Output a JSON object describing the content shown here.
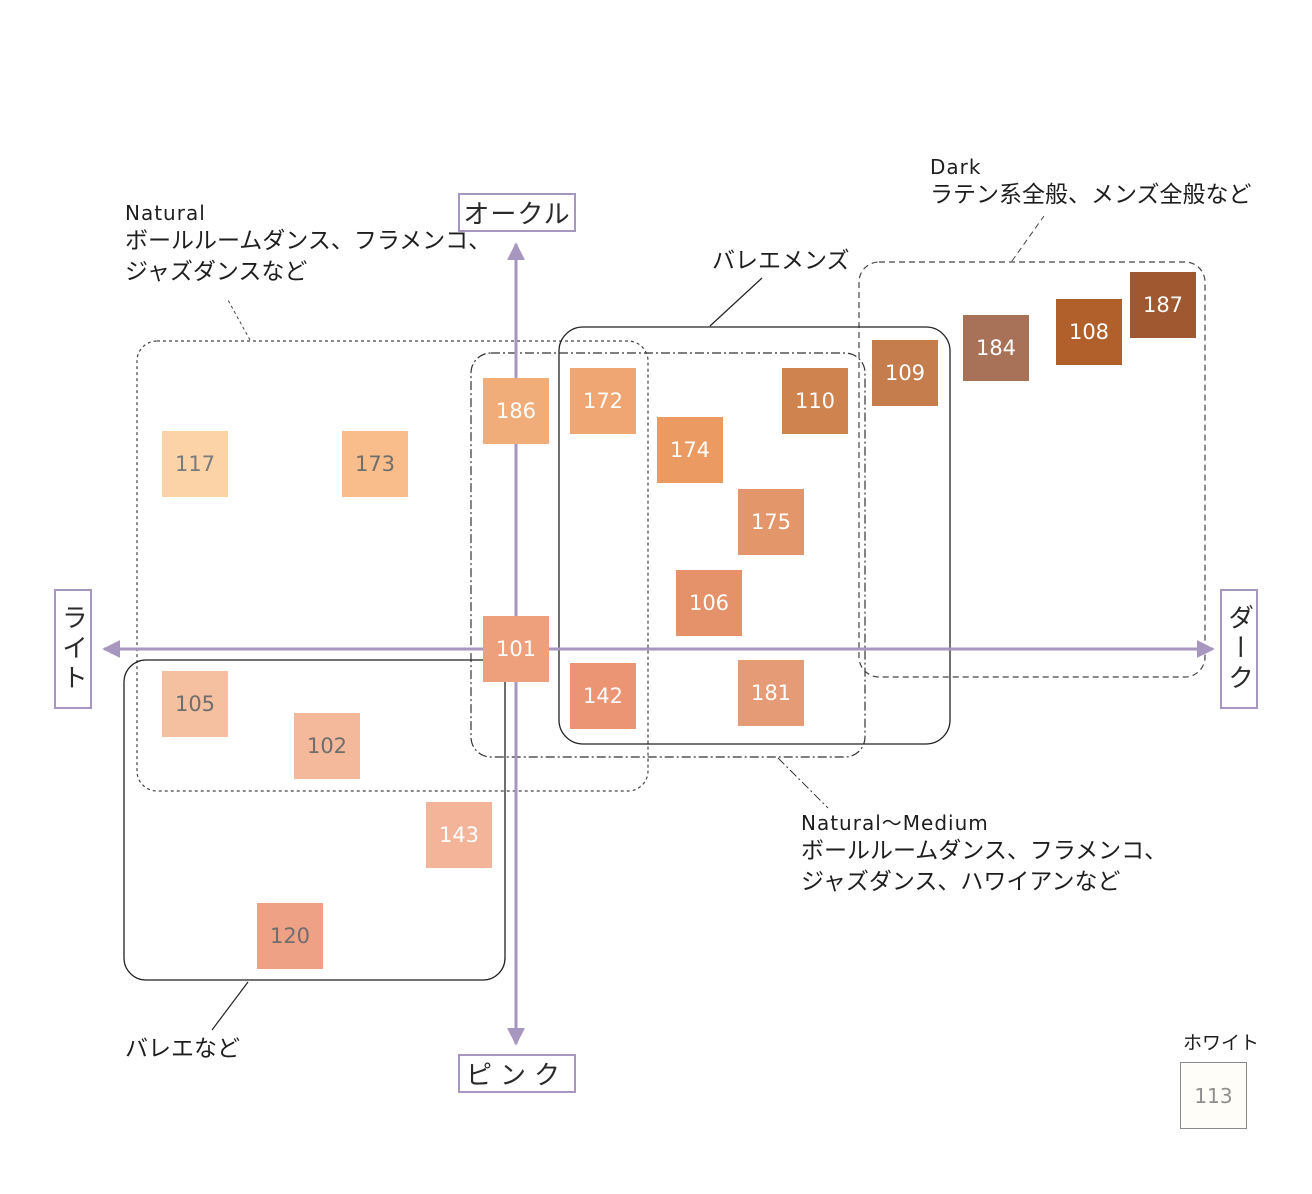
{
  "axes": {
    "top": "オークル",
    "bottom": "ピンク",
    "left": "ライト",
    "right": "ダーク",
    "axis_color": "#a796bf"
  },
  "groups": {
    "natural": {
      "title": "Natural",
      "lines": [
        "ボールルームダンス、フラメンコ、",
        "ジャズダンスなど"
      ]
    },
    "natural_medium": {
      "title": "Natural〜Medium",
      "lines": [
        "ボールルームダンス、フラメンコ、",
        "ジャズダンス、ハワイアンなど"
      ]
    },
    "dark": {
      "title": "Dark",
      "lines": [
        "ラテン系全般、メンズ全般など"
      ]
    },
    "ballet_mens": {
      "label": "バレエメンズ"
    },
    "ballet": {
      "label": "バレエなど"
    }
  },
  "swatches": [
    {
      "code": "117",
      "color": "#fbd3a6",
      "text_color": "#7a7a7a"
    },
    {
      "code": "173",
      "color": "#f8bd8a",
      "text_color": "#6e6e6e"
    },
    {
      "code": "186",
      "color": "#f1ad79",
      "text_color": "#ffffff"
    },
    {
      "code": "172",
      "color": "#f0a672",
      "text_color": "#ffffff"
    },
    {
      "code": "174",
      "color": "#eb9a61",
      "text_color": "#ffffff"
    },
    {
      "code": "110",
      "color": "#cf844f",
      "text_color": "#ffffff"
    },
    {
      "code": "109",
      "color": "#c67d4e",
      "text_color": "#ffffff"
    },
    {
      "code": "184",
      "color": "#a87258",
      "text_color": "#ffffff"
    },
    {
      "code": "108",
      "color": "#b1602c",
      "text_color": "#ffffff"
    },
    {
      "code": "187",
      "color": "#9f5830",
      "text_color": "#ffffff"
    },
    {
      "code": "175",
      "color": "#e2966a",
      "text_color": "#ffffff"
    },
    {
      "code": "106",
      "color": "#e5916a",
      "text_color": "#ffffff"
    },
    {
      "code": "101",
      "color": "#ee9f7b",
      "text_color": "#ffffff"
    },
    {
      "code": "142",
      "color": "#ec9575",
      "text_color": "#ffffff"
    },
    {
      "code": "181",
      "color": "#e49b76",
      "text_color": "#ffffff"
    },
    {
      "code": "105",
      "color": "#f5c0a0",
      "text_color": "#6e6e6e"
    },
    {
      "code": "102",
      "color": "#f4b89b",
      "text_color": "#6e6e6e"
    },
    {
      "code": "143",
      "color": "#f4b49a",
      "text_color": "#ffffff"
    },
    {
      "code": "120",
      "color": "#eea185",
      "text_color": "#6e6e6e"
    }
  ],
  "white": {
    "label": "ホワイト",
    "code": "113"
  }
}
